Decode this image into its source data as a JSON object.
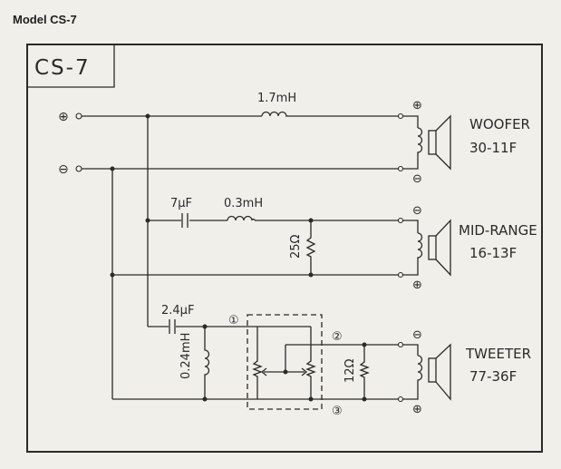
{
  "page": {
    "heading": "Model CS-7"
  },
  "diagram": {
    "title": "CS-7",
    "input_terminals": {
      "positive": "⊕",
      "negative": "⊖"
    },
    "components": {
      "woofer_inductor": "1.7mH",
      "midrange_capacitor": "7μF",
      "midrange_inductor": "0.3mH",
      "midrange_resistor": "25Ω",
      "tweeter_capacitor": "2.4μF",
      "tweeter_inductor": "0.24mH",
      "tweeter_resistor": "12Ω"
    },
    "attenuator_terminals": [
      "①",
      "②",
      "③"
    ],
    "speakers": [
      {
        "name": "WOOFER",
        "model": "30-11F",
        "top_polarity": "⊕",
        "bottom_polarity": "⊖"
      },
      {
        "name": "MID-RANGE",
        "model": "16-13F",
        "top_polarity": "⊖",
        "bottom_polarity": "⊕"
      },
      {
        "name": "TWEETER",
        "model": "77-36F",
        "top_polarity": "⊖",
        "bottom_polarity": "⊕"
      }
    ]
  }
}
